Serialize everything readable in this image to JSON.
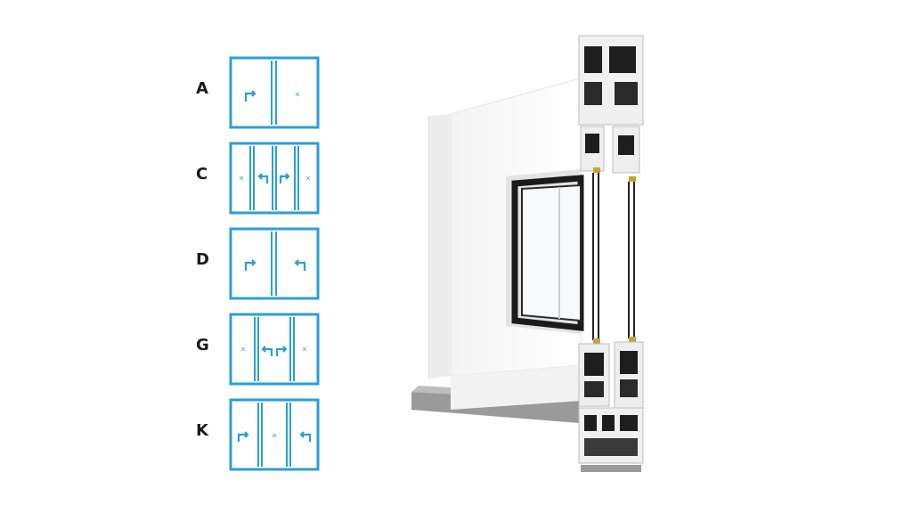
{
  "accent_color": "#2a9fd6",
  "configurations": [
    {
      "label": "A",
      "panels": [
        "lift-slide-right",
        "fixed"
      ]
    },
    {
      "label": "C",
      "panels": [
        "fixed",
        "lift-slide-left",
        "lift-slide-right",
        "fixed"
      ]
    },
    {
      "label": "D",
      "panels": [
        "lift-slide-right",
        "lift-slide-left"
      ]
    },
    {
      "label": "G",
      "panels": [
        "fixed",
        "lift-slide-left",
        "lift-slide-right",
        "fixed"
      ]
    },
    {
      "label": "K",
      "panels": [
        "lift-slide-right",
        "fixed",
        "lift-slide-left"
      ]
    }
  ],
  "icons": {
    "sliding": "arrow-icon",
    "fixed": "fixed-cross-icon"
  }
}
